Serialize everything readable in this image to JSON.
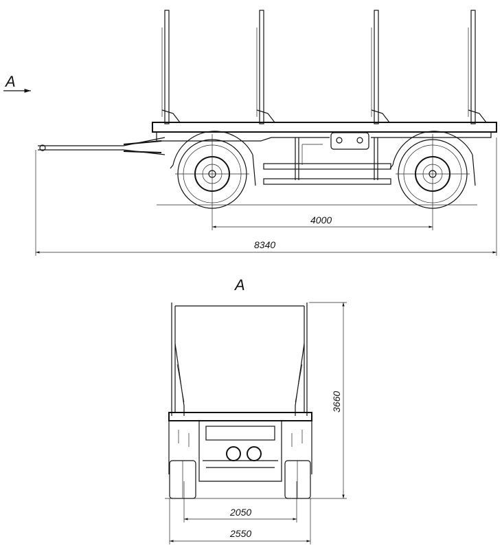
{
  "drawing": {
    "side_view": {
      "view_marker": "A",
      "dim_wheelbase": "4000",
      "dim_overall_length": "8340"
    },
    "front_view": {
      "view_label": "A",
      "dim_height": "3660",
      "dim_track": "2050",
      "dim_overall_width": "2550"
    },
    "line_color": "#111111",
    "background_color": "#ffffff"
  }
}
